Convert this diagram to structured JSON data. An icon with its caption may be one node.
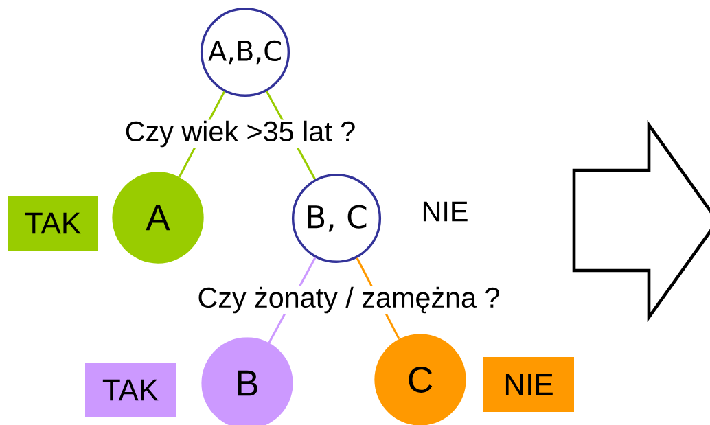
{
  "diagram": {
    "nodes": [
      {
        "text": [
          "A,B,C"
        ]
      },
      {
        "text": [
          "TAK"
        ]
      },
      {
        "text": [
          "A"
        ]
      },
      {
        "text": [
          "B, C"
        ]
      },
      {
        "text": [
          "TAK"
        ]
      },
      {
        "text": [
          "B"
        ]
      },
      {
        "text": [
          "C"
        ]
      },
      {
        "text": [
          "NIE"
        ]
      }
    ],
    "edges": [
      {
        "from": 0,
        "to": 2,
        "arrow": "none"
      },
      {
        "from": 0,
        "to": 3,
        "arrow": "none"
      },
      {
        "from": 3,
        "to": 5,
        "arrow": "none",
        "color": "#cc99ff"
      },
      {
        "from": 3,
        "to": 6,
        "arrow": "none",
        "color": "#ff9900"
      }
    ],
    "labels": [
      "Czy wiek >35 lat ?",
      "NIE",
      "Czy żonaty / zamężna ?"
    ]
  }
}
